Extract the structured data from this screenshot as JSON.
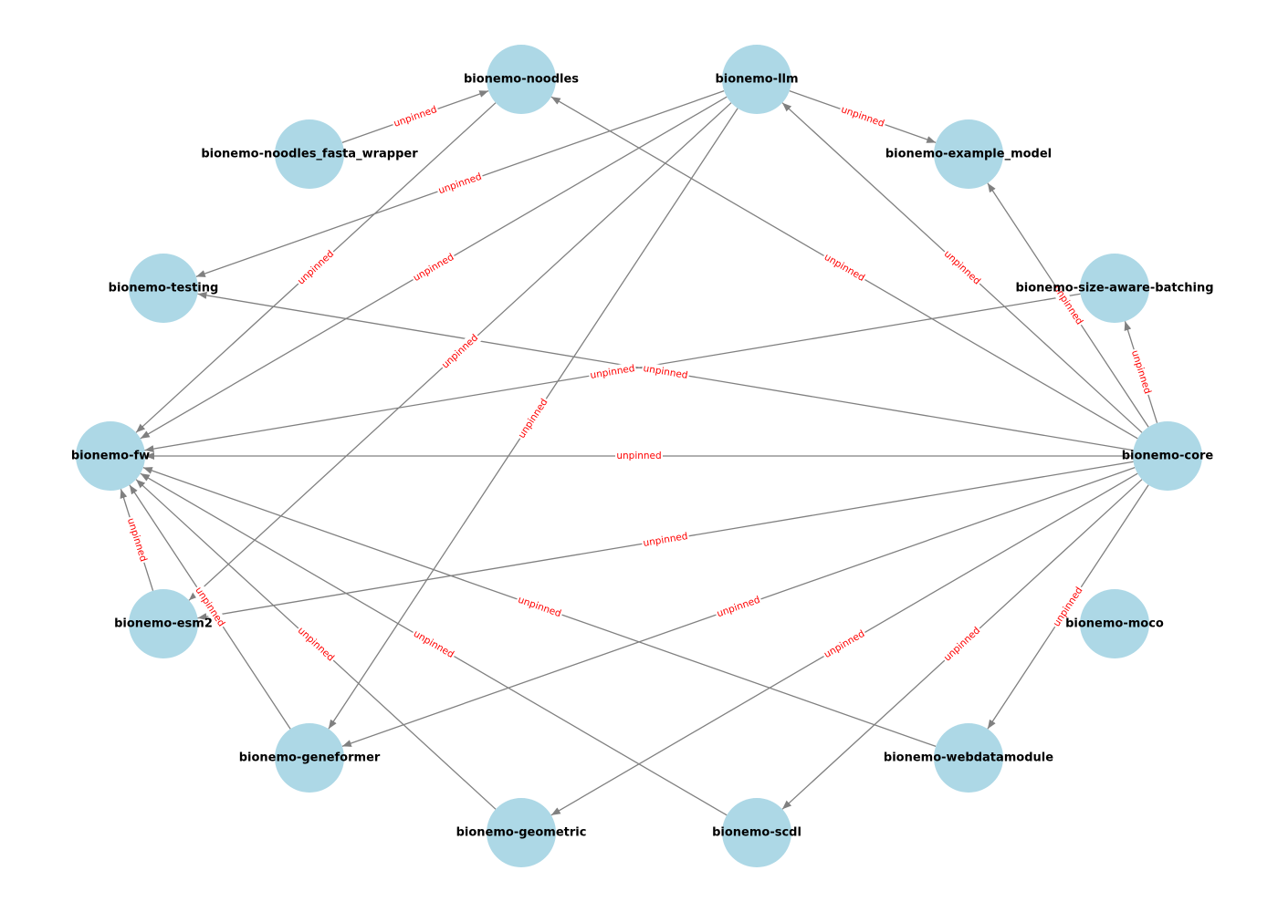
{
  "graph": {
    "nodes": [
      {
        "id": "core",
        "label": "bionemo-core"
      },
      {
        "id": "sab",
        "label": "bionemo-size-aware-batching"
      },
      {
        "id": "example",
        "label": "bionemo-example_model"
      },
      {
        "id": "llm",
        "label": "bionemo-llm"
      },
      {
        "id": "noodles",
        "label": "bionemo-noodles"
      },
      {
        "id": "nfw",
        "label": "bionemo-noodles_fasta_wrapper"
      },
      {
        "id": "testing",
        "label": "bionemo-testing"
      },
      {
        "id": "fw",
        "label": "bionemo-fw"
      },
      {
        "id": "esm2",
        "label": "bionemo-esm2"
      },
      {
        "id": "geneformer",
        "label": "bionemo-geneformer"
      },
      {
        "id": "geometric",
        "label": "bionemo-geometric"
      },
      {
        "id": "scdl",
        "label": "bionemo-scdl"
      },
      {
        "id": "webdm",
        "label": "bionemo-webdatamodule"
      },
      {
        "id": "moco",
        "label": "bionemo-moco"
      }
    ],
    "edges": [
      {
        "from": "nfw",
        "to": "noodles",
        "label": "unpinned"
      },
      {
        "from": "llm",
        "to": "example",
        "label": "unpinned"
      },
      {
        "from": "llm",
        "to": "testing",
        "label": "unpinned"
      },
      {
        "from": "noodles",
        "to": "fw",
        "label": "unpinned"
      },
      {
        "from": "llm",
        "to": "fw",
        "label": "unpinned"
      },
      {
        "from": "llm",
        "to": "esm2",
        "label": "unpinned"
      },
      {
        "from": "llm",
        "to": "geneformer",
        "label": "unpinned"
      },
      {
        "from": "core",
        "to": "noodles",
        "label": "unpinned"
      },
      {
        "from": "core",
        "to": "llm",
        "label": "unpinned"
      },
      {
        "from": "core",
        "to": "example",
        "label": "unpinned"
      },
      {
        "from": "core",
        "to": "sab",
        "label": "unpinned"
      },
      {
        "from": "core",
        "to": "testing",
        "label": "unpinned"
      },
      {
        "from": "sab",
        "to": "fw",
        "label": "unpinned"
      },
      {
        "from": "core",
        "to": "fw",
        "label": "unpinned"
      },
      {
        "from": "core",
        "to": "esm2",
        "label": "unpinned"
      },
      {
        "from": "core",
        "to": "geneformer",
        "label": "unpinned"
      },
      {
        "from": "core",
        "to": "geometric",
        "label": "unpinned"
      },
      {
        "from": "core",
        "to": "scdl",
        "label": "unpinned"
      },
      {
        "from": "core",
        "to": "webdm",
        "label": "unpinned"
      },
      {
        "from": "esm2",
        "to": "fw",
        "label": "unpinned"
      },
      {
        "from": "geneformer",
        "to": "fw",
        "label": "unpinned"
      },
      {
        "from": "geometric",
        "to": "fw",
        "label": "unpinned"
      },
      {
        "from": "scdl",
        "to": "fw",
        "label": "unpinned"
      },
      {
        "from": "webdm",
        "to": "fw",
        "label": "unpinned"
      }
    ],
    "colors": {
      "node_fill": "#add8e6",
      "edge": "#808080",
      "edge_label": "#ff0000",
      "node_label": "#000000"
    }
  }
}
